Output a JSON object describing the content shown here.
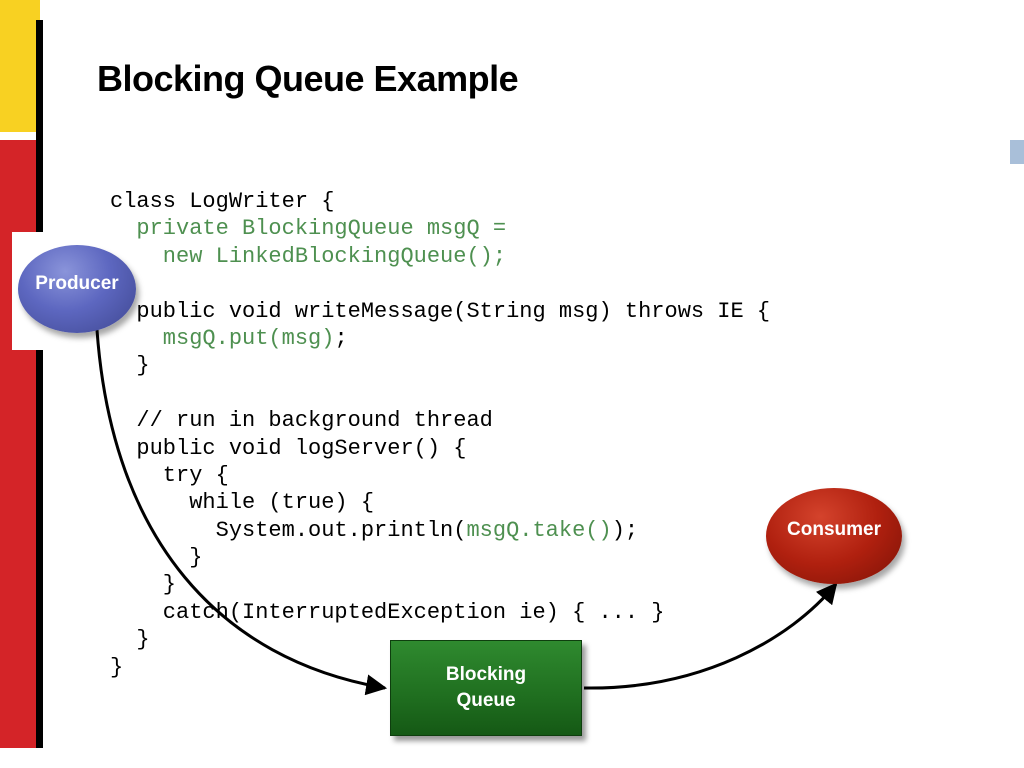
{
  "slide": {
    "title": "Blocking Queue Example"
  },
  "code_lines": [
    [
      {
        "t": "class LogWriter {",
        "c": "plain"
      }
    ],
    [
      {
        "t": "  private BlockingQueue msgQ =",
        "c": "green"
      }
    ],
    [
      {
        "t": "    new LinkedBlockingQueue();",
        "c": "green"
      }
    ],
    [
      {
        "t": "",
        "c": "plain"
      }
    ],
    [
      {
        "t": "  public void writeMessage(String msg) throws IE {",
        "c": "plain"
      }
    ],
    [
      {
        "t": "    msgQ.put(msg)",
        "c": "green"
      },
      {
        "t": ";",
        "c": "plain"
      }
    ],
    [
      {
        "t": "  }",
        "c": "plain"
      }
    ],
    [
      {
        "t": "",
        "c": "plain"
      }
    ],
    [
      {
        "t": "  // run in background thread",
        "c": "plain"
      }
    ],
    [
      {
        "t": "  public void logServer() {",
        "c": "plain"
      }
    ],
    [
      {
        "t": "    try {",
        "c": "plain"
      }
    ],
    [
      {
        "t": "      while (true) {",
        "c": "plain"
      }
    ],
    [
      {
        "t": "        System.out.println(",
        "c": "plain"
      },
      {
        "t": "msgQ.take()",
        "c": "green"
      },
      {
        "t": ");",
        "c": "plain"
      }
    ],
    [
      {
        "t": "      }",
        "c": "plain"
      }
    ],
    [
      {
        "t": "    }",
        "c": "plain"
      }
    ],
    [
      {
        "t": "    catch(InterruptedException ie) { ... }",
        "c": "plain"
      }
    ],
    [
      {
        "t": "  }",
        "c": "plain"
      }
    ],
    [
      {
        "t": "}",
        "c": "plain"
      }
    ]
  ],
  "diagram": {
    "producer": {
      "label": "Producer"
    },
    "consumer": {
      "label": "Consumer"
    },
    "queue": {
      "line1": "Blocking",
      "line2": "Queue"
    }
  },
  "colors": {
    "code_highlight": "#4e9050",
    "producer": "#5d67c0",
    "consumer": "#b0200f",
    "queue": "#1f6e1f",
    "accent_yellow": "#f8d122",
    "accent_red": "#d42428"
  },
  "edges": [
    {
      "from": "producer",
      "to": "queue"
    },
    {
      "from": "queue",
      "to": "consumer"
    }
  ]
}
